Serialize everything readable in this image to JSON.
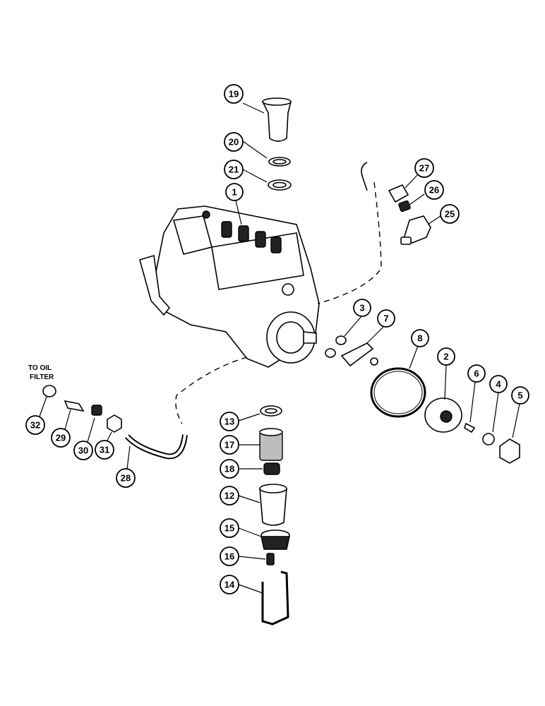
{
  "note": {
    "line1": "TO OIL",
    "line2": "FILTER"
  },
  "callouts": {
    "c1": "1",
    "c2": "2",
    "c3": "3",
    "c4": "4",
    "c5": "5",
    "c6": "6",
    "c7": "7",
    "c8": "8",
    "c12": "12",
    "c13": "13",
    "c14": "14",
    "c15": "15",
    "c16": "16",
    "c17": "17",
    "c18": "18",
    "c19": "19",
    "c20": "20",
    "c21": "21",
    "c25": "25",
    "c26": "26",
    "c27": "27",
    "c28": "28",
    "c29": "29",
    "c30": "30",
    "c31": "31",
    "c32": "32"
  }
}
